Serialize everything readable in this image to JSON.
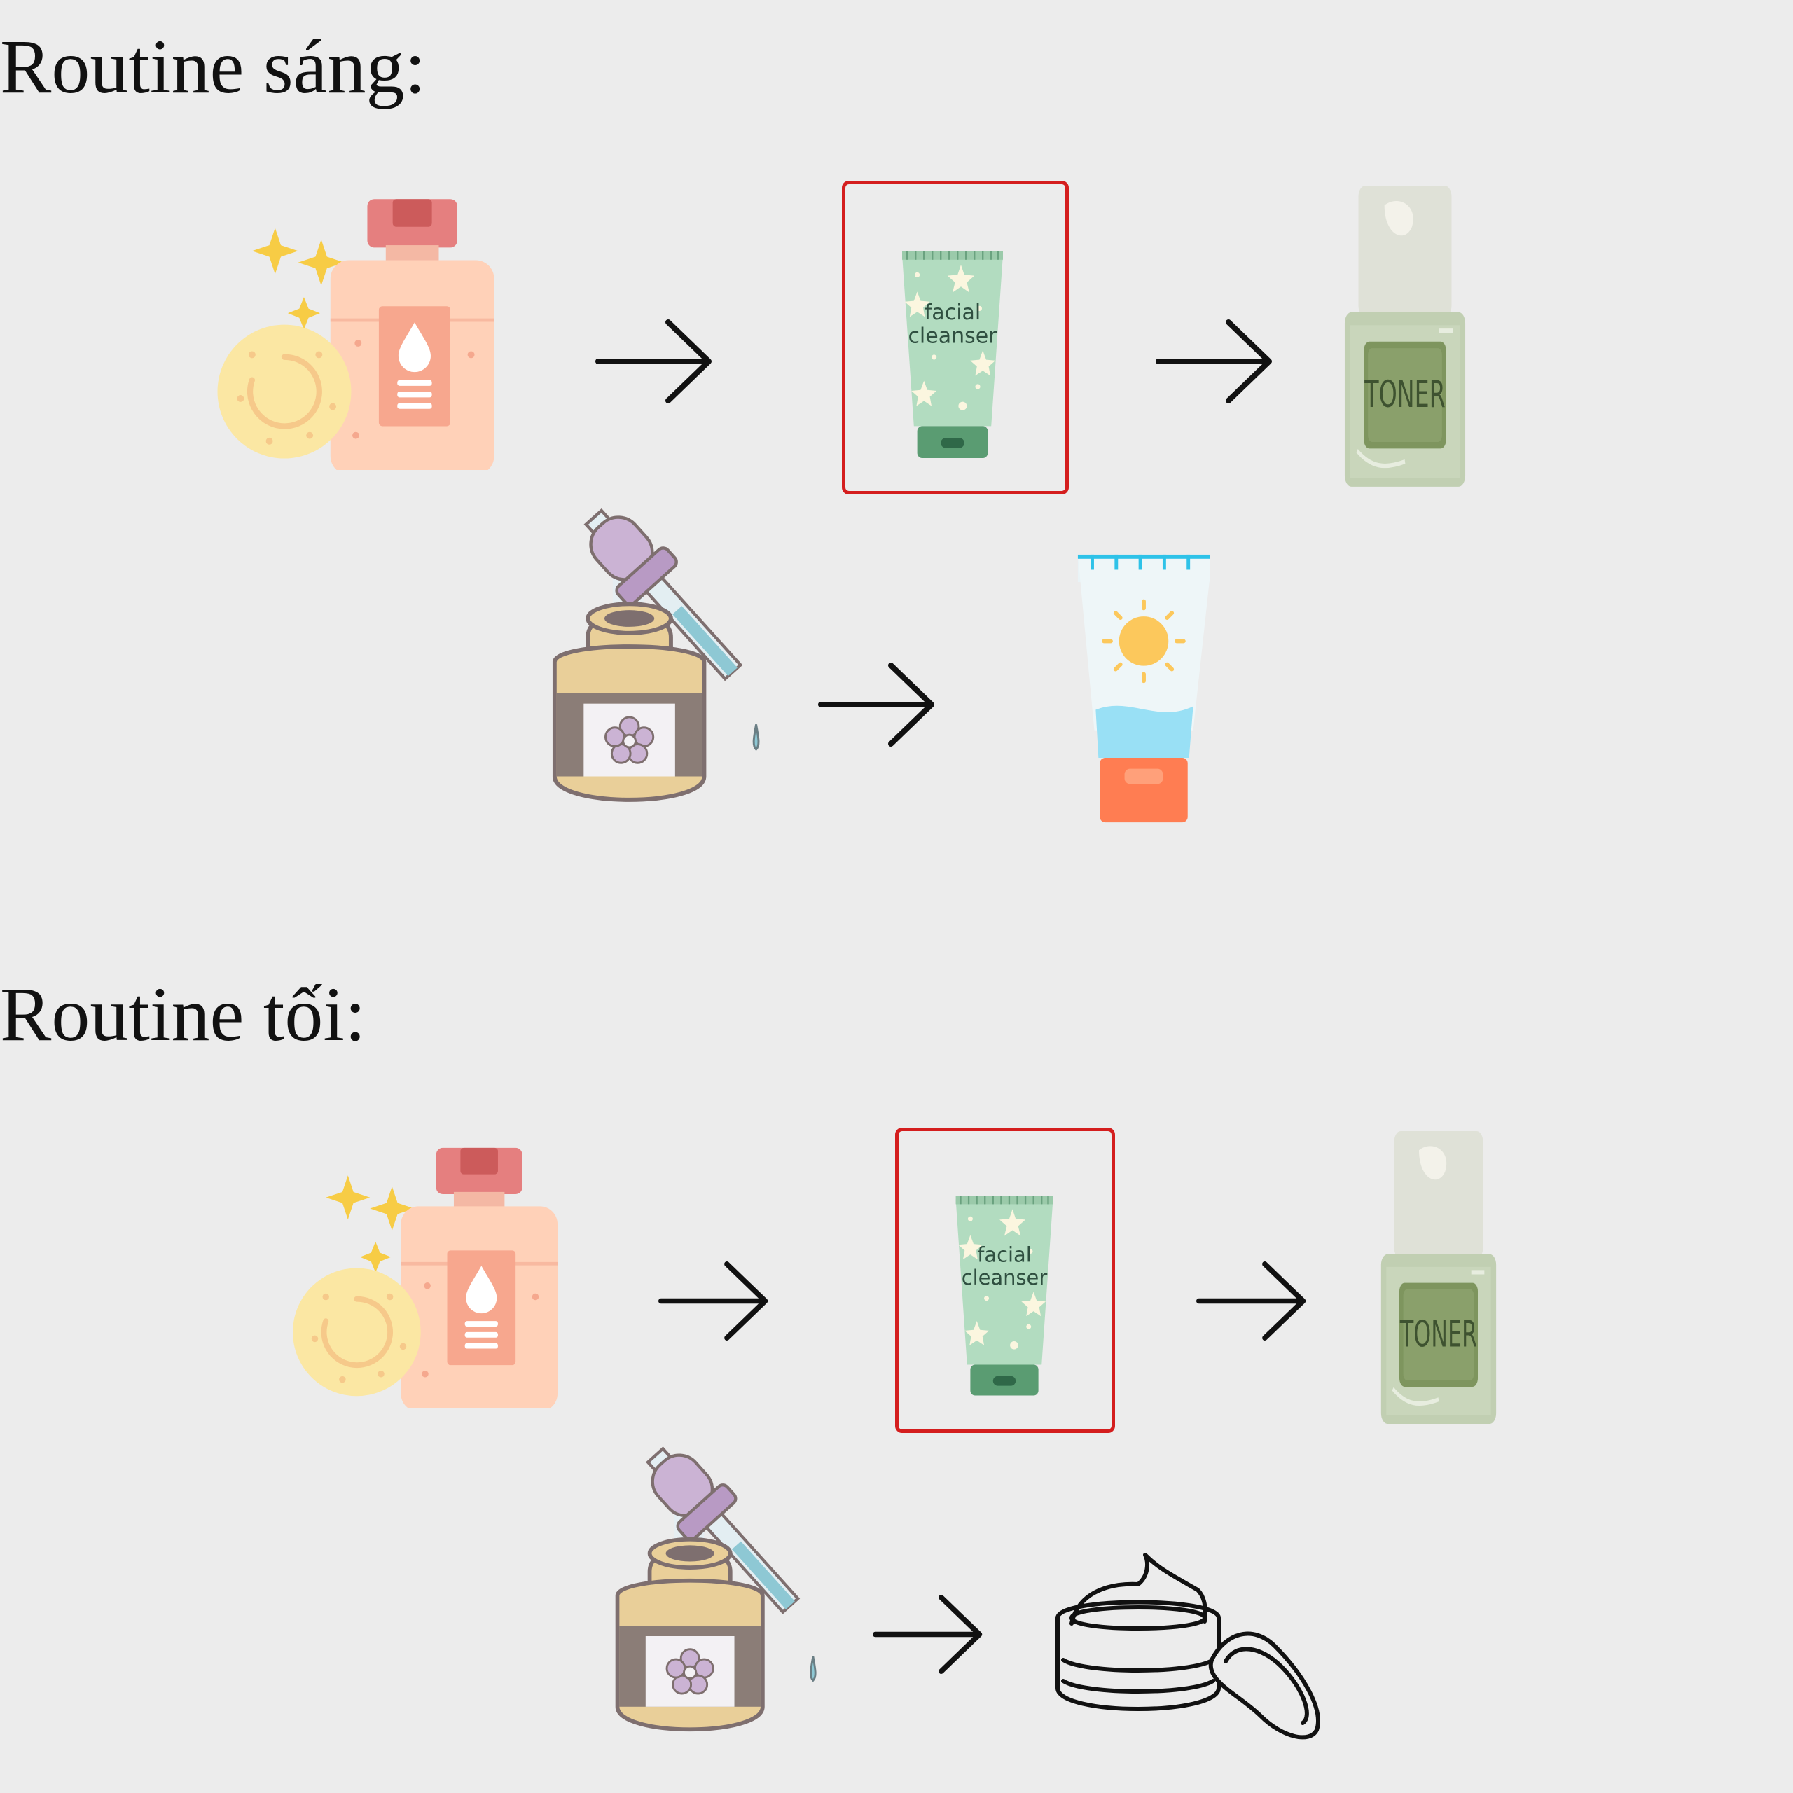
{
  "morning": {
    "title": "Routine sáng:"
  },
  "evening": {
    "title": "Routine tối:"
  },
  "products": {
    "cleanser_line1": "facial",
    "cleanser_line2": "cleanser",
    "toner_label": "TONER"
  },
  "colors": {
    "background": "#ececec",
    "highlight_box": "#d41e1e",
    "arrow": "#111111"
  },
  "icons": [
    "micellar-water-bottle-icon",
    "facial-cleanser-tube-icon",
    "toner-bottle-icon",
    "serum-dropper-bottle-icon",
    "sunscreen-tube-icon",
    "cream-jar-icon",
    "arrow-right-icon"
  ]
}
